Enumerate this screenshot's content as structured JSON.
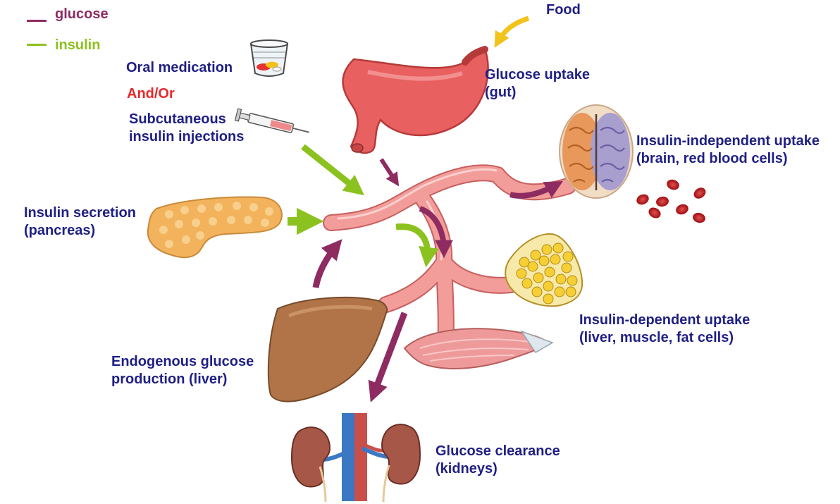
{
  "colors": {
    "glucose": "#8e2c62",
    "insulin": "#8cc21f",
    "label_text": "#1f1f85",
    "alt_text": "#e8292b",
    "food_arrow": "#f2c31a",
    "vessel": "#ee8d8d"
  },
  "legend": {
    "glucose_label": "glucose",
    "insulin_label": "insulin"
  },
  "labels": {
    "food": "Food",
    "oral_medication": "Oral medication",
    "and_or": "And/Or",
    "injections": [
      "Subcutaneous",
      "insulin injections"
    ],
    "glucose_uptake_gut": [
      "Glucose uptake",
      "(gut)"
    ],
    "insulin_independent": [
      "Insulin-independent uptake",
      "(brain, red blood cells)"
    ],
    "insulin_secretion": [
      "Insulin secretion",
      "(pancreas)"
    ],
    "insulin_dependent": [
      "Insulin-dependent uptake",
      "(liver, muscle, fat cells)"
    ],
    "endogenous": [
      "Endogenous glucose",
      "production (liver)"
    ],
    "clearance": [
      "Glucose clearance",
      "(kidneys)"
    ]
  },
  "icons": [
    "medication-cup-icon",
    "syringe-icon",
    "stomach-icon",
    "pancreas-icon",
    "brain-icon",
    "red-blood-cells-icon",
    "fat-cells-icon",
    "muscle-icon",
    "liver-icon",
    "kidneys-icon",
    "blood-vessel-icon"
  ]
}
